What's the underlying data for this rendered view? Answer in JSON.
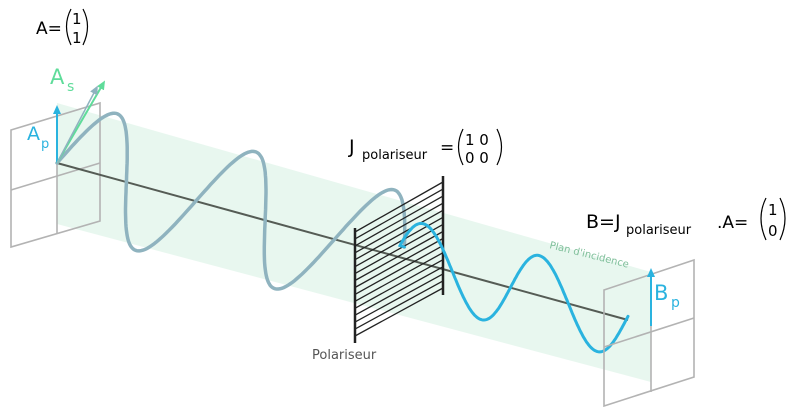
{
  "labels": {
    "a_eq": "A=",
    "a_vec": [
      "1",
      "1"
    ],
    "as_main": "A",
    "as_sub": "s",
    "ap_main": "A",
    "ap_sub": "p",
    "j_main": "J",
    "j_sub": "polariseur",
    "j_eq": "=",
    "j_row1": "1 0",
    "j_row2": "0 0",
    "b_main": "B=J",
    "b_sub": "polariseur",
    "b_rest": ".A=",
    "b_vec": [
      "1",
      "0"
    ],
    "bp_main": "B",
    "bp_sub": "p",
    "plane": "Plan d'incidence",
    "polarizer": "Polariseur"
  },
  "colors": {
    "incident_wave": "#8fb3bf",
    "transmitted_wave": "#2ab3df",
    "as_vector": "#5fdc9a",
    "ap_vector": "#2ab3df",
    "plane_fill": "#e4f6ec",
    "axis": "#555c55",
    "frame": "#b3b3b3",
    "polarizer_lines": "#222222"
  },
  "icons": {
    "wave_start_frame": "square-frame",
    "wave_end_frame": "square-frame",
    "polarizer": "grid-polarizer"
  }
}
